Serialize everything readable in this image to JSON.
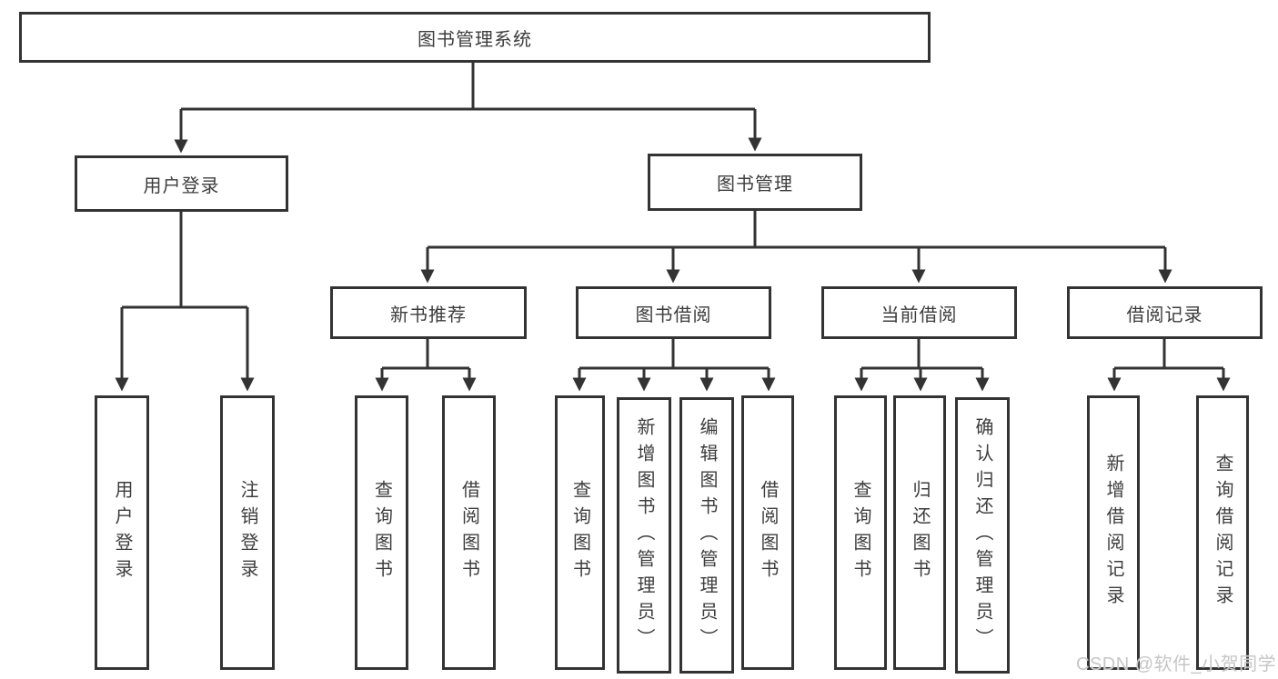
{
  "diagram": {
    "type": "hierarchy-tree",
    "colors": {
      "line": "#333333",
      "box_border": "#333333",
      "box_fill": "#ffffff",
      "text": "#3d3d3d",
      "watermark": "#c6c6c6"
    },
    "watermark": "CSDN @软件_小贺同学",
    "nodes": {
      "root": "图书管理系统",
      "user_login": "用户登录",
      "book_mgmt": "图书管理",
      "new_book_rec": "新书推荐",
      "book_borrow": "图书借阅",
      "current_borrow": "当前借阅",
      "borrow_records": "借阅记录",
      "login_leaf": "用户登录",
      "logout_leaf": "注销登录",
      "rec_query_books": "查询图书",
      "rec_borrow_books": "借阅图书",
      "bb_query_books": "查询图书",
      "bb_add_books": "新增图书（管理员）",
      "bb_edit_books": "编辑图书（管理员）",
      "bb_borrow_books": "借阅图书",
      "cb_query_books": "查询图书",
      "cb_return_books": "归还图书",
      "cb_confirm_return": "确认归还（管理员）",
      "br_add_record": "新增借阅记录",
      "br_query_record": "查询借阅记录"
    },
    "structure": {
      "图书管理系统": [
        "用户登录",
        "图书管理"
      ],
      "用户登录": [
        "用户登录",
        "注销登录"
      ],
      "图书管理": [
        "新书推荐",
        "图书借阅",
        "当前借阅",
        "借阅记录"
      ],
      "新书推荐": [
        "查询图书",
        "借阅图书"
      ],
      "图书借阅": [
        "查询图书",
        "新增图书（管理员）",
        "编辑图书（管理员）",
        "借阅图书"
      ],
      "当前借阅": [
        "查询图书",
        "归还图书",
        "确认归还（管理员）"
      ],
      "借阅记录": [
        "新增借阅记录",
        "查询借阅记录"
      ]
    }
  }
}
